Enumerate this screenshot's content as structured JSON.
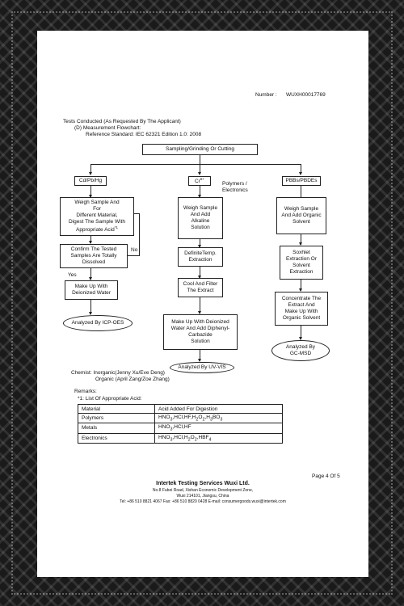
{
  "header": {
    "number_label": "Number :",
    "number_value": "WUXH00017769"
  },
  "intro": {
    "tests_conducted": "Tests Conducted (As Requested By The Applicant)",
    "section_label": "(D)  Measurement Flowchart:",
    "reference_standard": "Reference Standard: IEC 62321 Edition 1.0: 2008"
  },
  "flowchart": {
    "top": "Sampling/Grinding Or Cutting",
    "col1": {
      "header": "Cd/Pb/Hg",
      "step1_line1": "Weigh Sample And",
      "step1_line2": "For",
      "step1_line3": "Different Material,",
      "step1_line4": "Digest The Sample With",
      "step1_line5": "Appropriate Acid",
      "step1_note": "*1",
      "step2_line1": "Confirm The Tested",
      "step2_line2": "Samples Are Totally",
      "step2_line3": "Dissolved",
      "no_label": "No",
      "yes_label": "Yes",
      "step3_line1": "Make Up With",
      "step3_line2": "Deionized Water",
      "result": "Analyzed By ICP-OES"
    },
    "col2": {
      "header": "Cr",
      "header_sup": "6+",
      "side_line1": "Polymers /",
      "side_line2": "Electronics",
      "step1_line1": "Weigh Sample",
      "step1_line2": "And Add",
      "step1_line3": "Alkaline",
      "step1_line4": "Solution",
      "step2_line1": "DefiniteTemp.",
      "step2_line2": "Extraction",
      "step3_line1": "Cool And Filter",
      "step3_line2": "The Extract",
      "step4_line1": "Make Up With Deionized",
      "step4_line2": "Water And Add Diphenyl-",
      "step4_line3": "Carbazide",
      "step4_line4": "Solution",
      "result": "Analyzed By UV-VIS"
    },
    "col3": {
      "header": "PBBs/PBDEs",
      "step1_line1": "Weigh Sample",
      "step1_line2": "And Add Organic",
      "step1_line3": "Solvent",
      "step2_line1": "Soxhlet",
      "step2_line2": "Extraction Or",
      "step2_line3": "Solvent",
      "step2_line4": "Extraction",
      "step3_line1": "Concentrate The",
      "step3_line2": "Extract And",
      "step3_line3": "Make Up With",
      "step3_line4": "Organic Solvent",
      "result_line1": "Analyzed By",
      "result_line2": "GC-MSD"
    }
  },
  "chemist": {
    "line1": "Chemist: Inorganic(Jenny Xu/Eve Deng)",
    "line2": "Organic (April Zang/Zoe Zhang)"
  },
  "remarks": {
    "title": "Remarks:",
    "note": "*1: List Of Appropriate Acid:",
    "col_material": "Material",
    "col_acid": "Acid Added For Digestion",
    "rows": [
      {
        "material": "Polymers",
        "acid": "HNO3,HCl,HF,H2O2,H3BO3"
      },
      {
        "material": "Metals",
        "acid": "HNO3,HCl,HF"
      },
      {
        "material": "Electronics",
        "acid": "HNO3,HCl,H2O2,HBF4"
      }
    ]
  },
  "footer": {
    "page": "Page 4 Of 5",
    "company": "Intertek Testing Services Wuxi Ltd.",
    "address1": "No.8 Fubei Road, Xishan Economic Development Zone,",
    "address2": "Wuxi 214101, Jiangsu, China",
    "contact": "Tel: +86 510 8821 4067   Fax: +86 510 8820 0428   E-mail: consumergoods.wuxi@intertek.com"
  }
}
